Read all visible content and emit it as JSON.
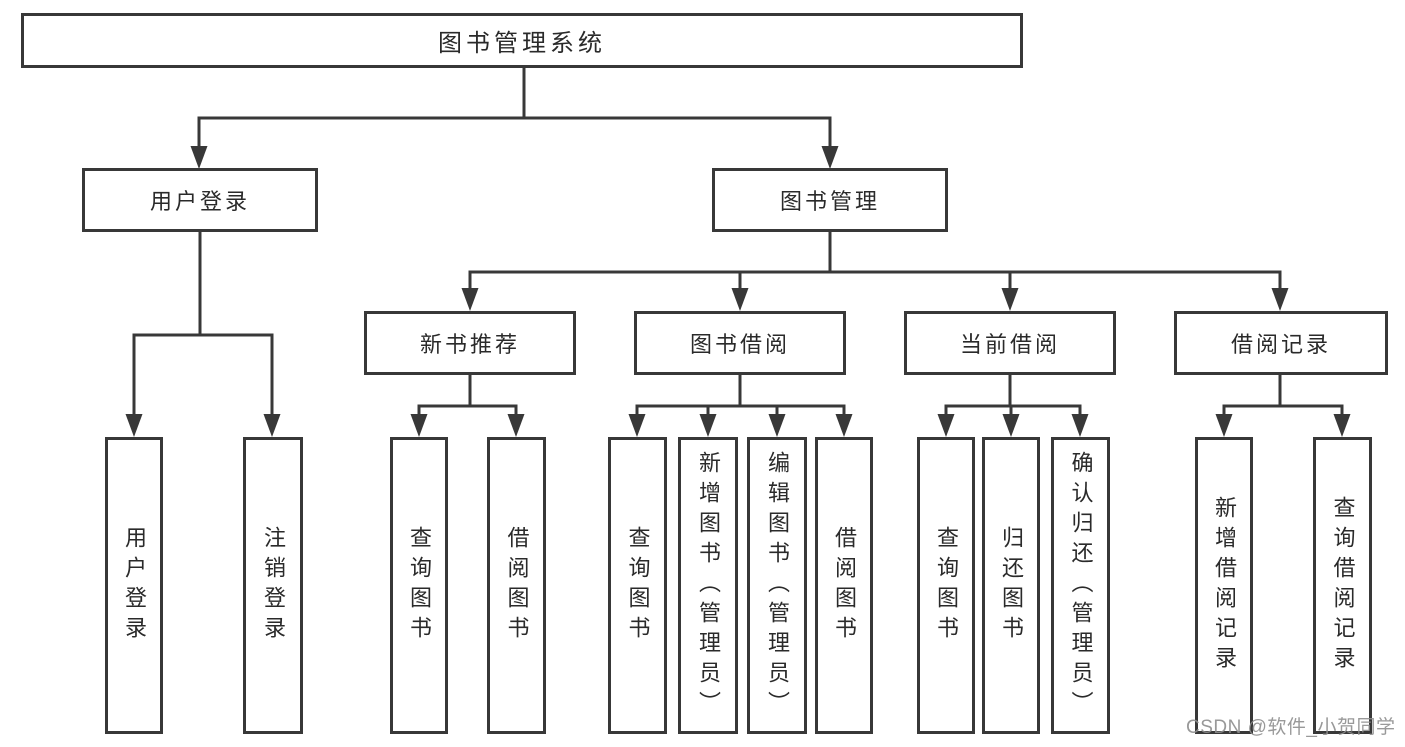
{
  "diagram": {
    "root": {
      "label": "图书管理系统"
    },
    "level2": [
      {
        "label": "用户登录"
      },
      {
        "label": "图书管理"
      }
    ],
    "level3": [
      {
        "label": "新书推荐"
      },
      {
        "label": "图书借阅"
      },
      {
        "label": "当前借阅"
      },
      {
        "label": "借阅记录"
      }
    ],
    "leaves": {
      "user_login": [
        {
          "label": "用户登录"
        },
        {
          "label": "注销登录"
        }
      ],
      "new_book_recommend": [
        {
          "label": "查询图书"
        },
        {
          "label": "借阅图书"
        }
      ],
      "book_borrow": [
        {
          "label": "查询图书"
        },
        {
          "label": "新增图书（管理员）"
        },
        {
          "label": "编辑图书（管理员）"
        },
        {
          "label": "借阅图书"
        }
      ],
      "current_borrow": [
        {
          "label": "查询图书"
        },
        {
          "label": "归还图书"
        },
        {
          "label": "确认归还（管理员）"
        }
      ],
      "borrow_records": [
        {
          "label": "新增借阅记录"
        },
        {
          "label": "查询借阅记录"
        }
      ]
    }
  },
  "watermark": {
    "text": "CSDN @软件_小贺同学"
  },
  "colors": {
    "line": "#383838",
    "box_border": "#383838",
    "text": "#2a2a2a",
    "watermark": "#8e8e8e",
    "background": "#ffffff"
  }
}
